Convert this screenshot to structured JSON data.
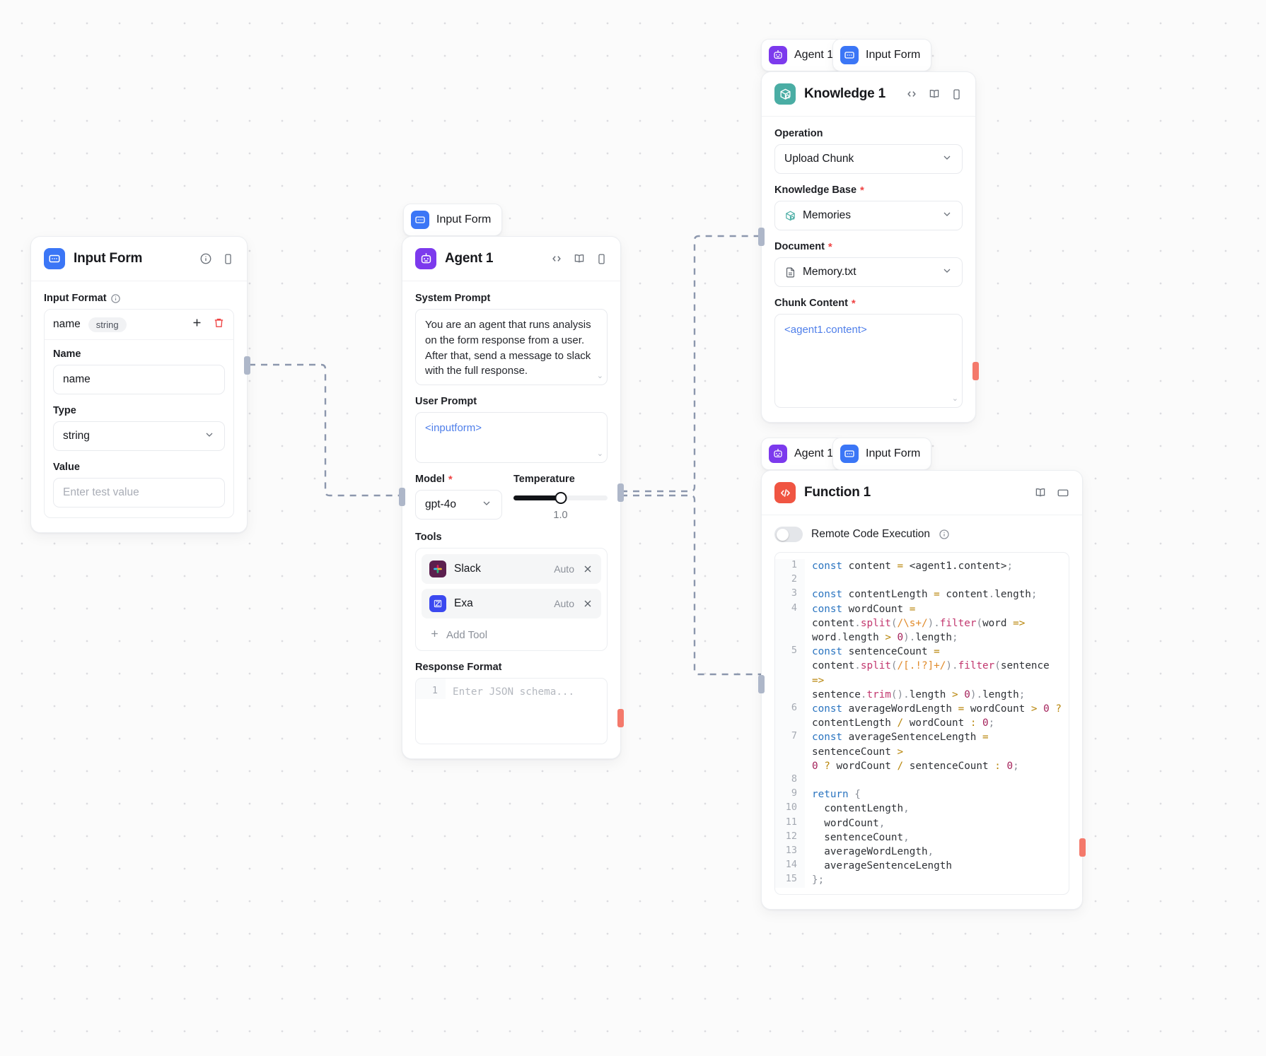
{
  "canvas": {
    "background_color": "#fbfbfb",
    "grid_dot_color": "#dcdce0",
    "edge_color": "#8c97ad"
  },
  "pills": [
    {
      "label": "Agent 1",
      "icon": "robot-icon",
      "color": "#7c3aed"
    },
    {
      "label": "Input Form",
      "icon": "form-icon",
      "color": "#3b76f6"
    },
    {
      "label": "Agent 1",
      "icon": "robot-icon",
      "color": "#7c3aed"
    },
    {
      "label": "Input Form",
      "icon": "form-icon",
      "color": "#3b76f6"
    }
  ],
  "input_form": {
    "title": "Input Form",
    "icon": "form-icon",
    "icon_color": "#3b76f6",
    "header_icons": [
      "info-icon",
      "phone-icon"
    ],
    "section_label": "Input Format",
    "row": {
      "key": "name",
      "type_pill": "string",
      "add_icon": "plus-icon",
      "delete_icon": "trash-icon"
    },
    "fields": [
      {
        "label": "Name",
        "value": "name",
        "placeholder": ""
      },
      {
        "label": "Type",
        "value": "string",
        "control": "select"
      },
      {
        "label": "Value",
        "value": "",
        "placeholder": "Enter test value"
      }
    ]
  },
  "agent": {
    "title": "Agent 1",
    "icon": "robot-icon",
    "icon_color": "#7c3aed",
    "header_icons": [
      "code-icon",
      "book-icon",
      "phone-icon"
    ],
    "system_prompt": {
      "label": "System Prompt",
      "value": "You are an agent that runs analysis on the form response from a user. After that, send a message to slack with the full response."
    },
    "user_prompt": {
      "label": "User Prompt",
      "value": "<inputform>"
    },
    "model": {
      "label": "Model",
      "required": true,
      "value": "gpt-4o"
    },
    "temperature": {
      "label": "Temperature",
      "value": "1.0",
      "percent": 50
    },
    "tools": {
      "label": "Tools",
      "items": [
        {
          "name": "Slack",
          "mode": "Auto",
          "icon": "slack-icon"
        },
        {
          "name": "Exa",
          "mode": "Auto",
          "icon": "exa-icon"
        }
      ],
      "add_label": "Add Tool",
      "add_icon": "plus-icon"
    },
    "response_format": {
      "label": "Response Format",
      "line_number": "1",
      "placeholder": "Enter JSON schema..."
    }
  },
  "knowledge": {
    "title": "Knowledge 1",
    "icon": "knowledge-box-icon",
    "icon_color": "#4aada4",
    "header_icons": [
      "code-icon",
      "book-icon",
      "phone-icon"
    ],
    "operation": {
      "label": "Operation",
      "value": "Upload Chunk"
    },
    "knowledge_base": {
      "label": "Knowledge Base",
      "required": true,
      "value": "Memories",
      "icon": "knowledge-box-icon"
    },
    "document": {
      "label": "Document",
      "required": true,
      "value": "Memory.txt",
      "icon": "file-icon"
    },
    "chunk_content": {
      "label": "Chunk Content",
      "required": true,
      "value": "<agent1.content>"
    }
  },
  "function": {
    "title": "Function 1",
    "icon": "code-tag-icon",
    "icon_color": "#f05542",
    "header_icons": [
      "book-icon",
      "window-icon"
    ],
    "remote_code_execution": {
      "label": "Remote Code Execution",
      "enabled": false,
      "info_icon": "info-icon"
    },
    "code_lines": [
      {
        "n": "1",
        "tokens": [
          {
            "t": "const ",
            "c": "kw"
          },
          {
            "t": "content ",
            "c": "tpl"
          },
          {
            "t": "= ",
            "c": "op"
          },
          {
            "t": "<agent1.content>",
            "c": "tpl"
          },
          {
            "t": ";",
            "c": "pun"
          }
        ]
      },
      {
        "n": "2",
        "tokens": []
      },
      {
        "n": "3",
        "tokens": [
          {
            "t": "const ",
            "c": "kw"
          },
          {
            "t": "contentLength ",
            "c": "tpl"
          },
          {
            "t": "= ",
            "c": "op"
          },
          {
            "t": "content",
            "c": "tpl"
          },
          {
            "t": ".",
            "c": "pun"
          },
          {
            "t": "length",
            "c": "tpl"
          },
          {
            "t": ";",
            "c": "pun"
          }
        ]
      },
      {
        "n": "4",
        "tokens": [
          {
            "t": "const ",
            "c": "kw"
          },
          {
            "t": "wordCount ",
            "c": "tpl"
          },
          {
            "t": "=\n",
            "c": "op"
          },
          {
            "t": "content",
            "c": "tpl"
          },
          {
            "t": ".",
            "c": "pun"
          },
          {
            "t": "split",
            "c": "fn"
          },
          {
            "t": "(",
            "c": "pun"
          },
          {
            "t": "/\\s+/",
            "c": "rx"
          },
          {
            "t": ")",
            "c": "pun"
          },
          {
            "t": ".",
            "c": "pun"
          },
          {
            "t": "filter",
            "c": "fn"
          },
          {
            "t": "(",
            "c": "pun"
          },
          {
            "t": "word ",
            "c": "tpl"
          },
          {
            "t": "=> ",
            "c": "op"
          },
          {
            "t": "word",
            "c": "tpl"
          },
          {
            "t": ".",
            "c": "pun"
          },
          {
            "t": "length ",
            "c": "tpl"
          },
          {
            "t": "> ",
            "c": "op"
          },
          {
            "t": "0",
            "c": "num"
          },
          {
            "t": ")",
            "c": "pun"
          },
          {
            "t": ".",
            "c": "pun"
          },
          {
            "t": "length",
            "c": "tpl"
          },
          {
            "t": ";",
            "c": "pun"
          }
        ]
      },
      {
        "n": "5",
        "tokens": [
          {
            "t": "const ",
            "c": "kw"
          },
          {
            "t": "sentenceCount ",
            "c": "tpl"
          },
          {
            "t": "=\n",
            "c": "op"
          },
          {
            "t": "content",
            "c": "tpl"
          },
          {
            "t": ".",
            "c": "pun"
          },
          {
            "t": "split",
            "c": "fn"
          },
          {
            "t": "(",
            "c": "pun"
          },
          {
            "t": "/[.!?]+/",
            "c": "rx"
          },
          {
            "t": ")",
            "c": "pun"
          },
          {
            "t": ".",
            "c": "pun"
          },
          {
            "t": "filter",
            "c": "fn"
          },
          {
            "t": "(",
            "c": "pun"
          },
          {
            "t": "sentence ",
            "c": "tpl"
          },
          {
            "t": "=>\n",
            "c": "op"
          },
          {
            "t": "sentence",
            "c": "tpl"
          },
          {
            "t": ".",
            "c": "pun"
          },
          {
            "t": "trim",
            "c": "fn"
          },
          {
            "t": "()",
            "c": "pun"
          },
          {
            "t": ".",
            "c": "pun"
          },
          {
            "t": "length ",
            "c": "tpl"
          },
          {
            "t": "> ",
            "c": "op"
          },
          {
            "t": "0",
            "c": "num"
          },
          {
            "t": ")",
            "c": "pun"
          },
          {
            "t": ".",
            "c": "pun"
          },
          {
            "t": "length",
            "c": "tpl"
          },
          {
            "t": ";",
            "c": "pun"
          }
        ]
      },
      {
        "n": "6",
        "tokens": [
          {
            "t": "const ",
            "c": "kw"
          },
          {
            "t": "averageWordLength ",
            "c": "tpl"
          },
          {
            "t": "= ",
            "c": "op"
          },
          {
            "t": "wordCount ",
            "c": "tpl"
          },
          {
            "t": "> ",
            "c": "op"
          },
          {
            "t": "0",
            "c": "num"
          },
          {
            "t": " ?\n",
            "c": "op"
          },
          {
            "t": "contentLength ",
            "c": "tpl"
          },
          {
            "t": "/ ",
            "c": "op"
          },
          {
            "t": "wordCount ",
            "c": "tpl"
          },
          {
            "t": ": ",
            "c": "op"
          },
          {
            "t": "0",
            "c": "num"
          },
          {
            "t": ";",
            "c": "pun"
          }
        ]
      },
      {
        "n": "7",
        "tokens": [
          {
            "t": "const ",
            "c": "kw"
          },
          {
            "t": "averageSentenceLength ",
            "c": "tpl"
          },
          {
            "t": "= ",
            "c": "op"
          },
          {
            "t": "sentenceCount ",
            "c": "tpl"
          },
          {
            "t": ">\n",
            "c": "op"
          },
          {
            "t": "0",
            "c": "num"
          },
          {
            "t": " ? ",
            "c": "op"
          },
          {
            "t": "wordCount ",
            "c": "tpl"
          },
          {
            "t": "/ ",
            "c": "op"
          },
          {
            "t": "sentenceCount ",
            "c": "tpl"
          },
          {
            "t": ": ",
            "c": "op"
          },
          {
            "t": "0",
            "c": "num"
          },
          {
            "t": ";",
            "c": "pun"
          }
        ]
      },
      {
        "n": "8",
        "tokens": []
      },
      {
        "n": "9",
        "tokens": [
          {
            "t": "return ",
            "c": "kw"
          },
          {
            "t": "{",
            "c": "pun"
          }
        ]
      },
      {
        "n": "10",
        "tokens": [
          {
            "t": "  contentLength",
            "c": "tpl"
          },
          {
            "t": ",",
            "c": "pun"
          }
        ]
      },
      {
        "n": "11",
        "tokens": [
          {
            "t": "  wordCount",
            "c": "tpl"
          },
          {
            "t": ",",
            "c": "pun"
          }
        ]
      },
      {
        "n": "12",
        "tokens": [
          {
            "t": "  sentenceCount",
            "c": "tpl"
          },
          {
            "t": ",",
            "c": "pun"
          }
        ]
      },
      {
        "n": "13",
        "tokens": [
          {
            "t": "  averageWordLength",
            "c": "tpl"
          },
          {
            "t": ",",
            "c": "pun"
          }
        ]
      },
      {
        "n": "14",
        "tokens": [
          {
            "t": "  averageSentenceLength",
            "c": "tpl"
          }
        ]
      },
      {
        "n": "15",
        "tokens": [
          {
            "t": "}",
            "c": "pun"
          },
          {
            "t": ";",
            "c": "pun"
          }
        ]
      }
    ]
  }
}
